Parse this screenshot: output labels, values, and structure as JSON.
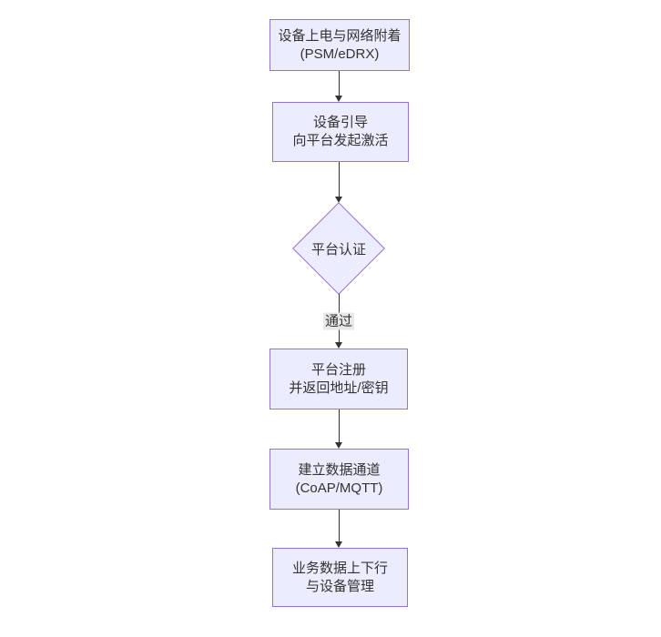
{
  "theme": {
    "node_fill": "#ECECFF",
    "node_border": "#9370DB",
    "text_color": "#333333",
    "arrow_color": "#333333",
    "edge_label_bg": "#e8e8e8",
    "canvas_bg": "#ffffff"
  },
  "flowchart": {
    "direction": "top-down",
    "nodes": [
      {
        "id": "power-attach",
        "shape": "rect",
        "lines": [
          "设备上电与网络附着",
          "(PSM/eDRX)"
        ]
      },
      {
        "id": "bootstrap-activate",
        "shape": "rect",
        "lines": [
          "设备引导",
          "向平台发起激活"
        ]
      },
      {
        "id": "platform-auth",
        "shape": "diamond",
        "lines": [
          "平台认证"
        ]
      },
      {
        "id": "platform-register",
        "shape": "rect",
        "lines": [
          "平台注册",
          "并返回地址/密钥"
        ]
      },
      {
        "id": "data-channel",
        "shape": "rect",
        "lines": [
          "建立数据通道",
          "(CoAP/MQTT)"
        ]
      },
      {
        "id": "business-data",
        "shape": "rect",
        "lines": [
          "业务数据上下行",
          "与设备管理"
        ]
      }
    ],
    "edges": [
      {
        "from": "power-attach",
        "to": "bootstrap-activate",
        "label": ""
      },
      {
        "from": "bootstrap-activate",
        "to": "platform-auth",
        "label": ""
      },
      {
        "from": "platform-auth",
        "to": "platform-register",
        "label": "通过"
      },
      {
        "from": "platform-register",
        "to": "data-channel",
        "label": ""
      },
      {
        "from": "data-channel",
        "to": "business-data",
        "label": ""
      }
    ]
  }
}
